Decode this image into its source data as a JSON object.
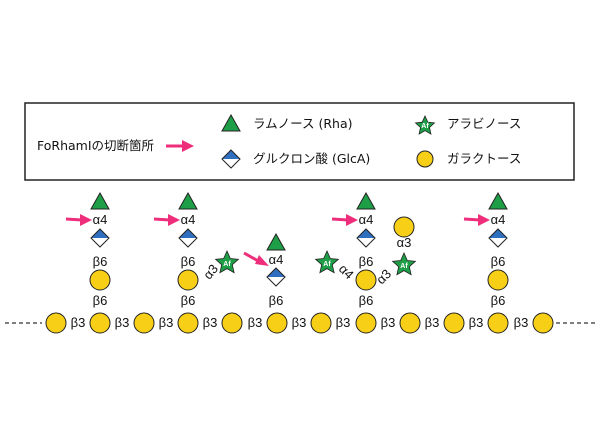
{
  "legend": {
    "cleavage_site": "FoRhamIの切断箇所",
    "rha": "ラムノース (Rha)",
    "glca": "グルクロン酸 (GlcA)",
    "ara": "アラビノース",
    "ara_symbol": "Af",
    "gal": "ガラクトース"
  },
  "labels": {
    "alpha4": "α4",
    "alpha3": "α3",
    "beta6": "β6",
    "beta3": "β3"
  },
  "colors": {
    "rhamnose": "#1e9e46",
    "glucuronic_acid": "#2f6fc0",
    "arabinose": "#1e9e46",
    "galactose": "#f6cf16",
    "cleavage_arrow": "#ee2e7a",
    "outline": "#222222"
  }
}
